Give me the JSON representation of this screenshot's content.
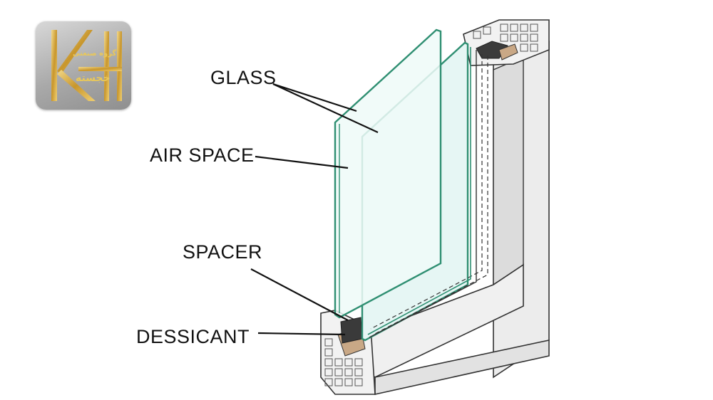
{
  "logo": {
    "monogram": "KH",
    "line1": "گروه صنعتی",
    "line2": "خجسته",
    "gold": "#d4a83a"
  },
  "labels": {
    "glass": "GLASS",
    "air_space": "AIR SPACE",
    "spacer": "SPACER",
    "dessicant": "DESSICANT"
  },
  "colors": {
    "glass_edge": "#2f8f72",
    "glass_fill": "#e9f8f6",
    "frame_face": "#eeeeee",
    "frame_side": "#d6d6d6",
    "desiccant": "#c9a886",
    "spacer": "#3a3a3a"
  }
}
